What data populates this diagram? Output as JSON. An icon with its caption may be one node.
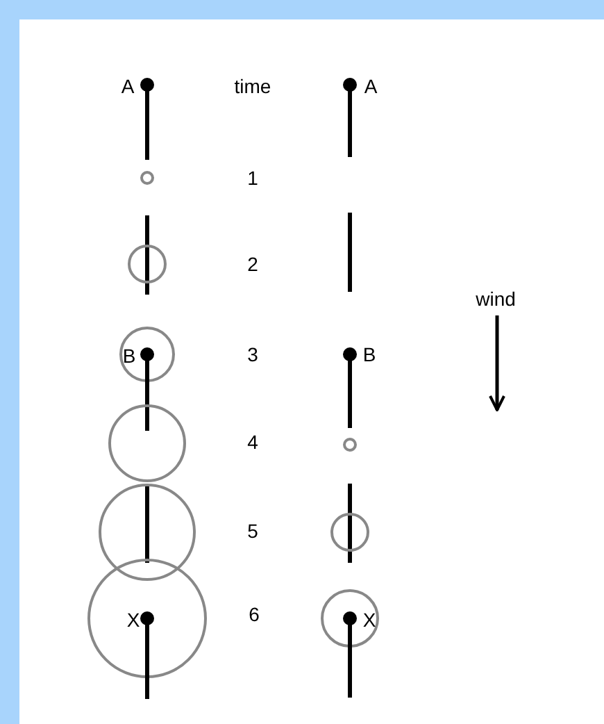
{
  "diagram": {
    "labels": [
      "A",
      "time",
      "A",
      "1",
      "2",
      "wind",
      "B",
      "3",
      "B",
      "4",
      "5",
      "X",
      "6",
      "X"
    ]
  }
}
